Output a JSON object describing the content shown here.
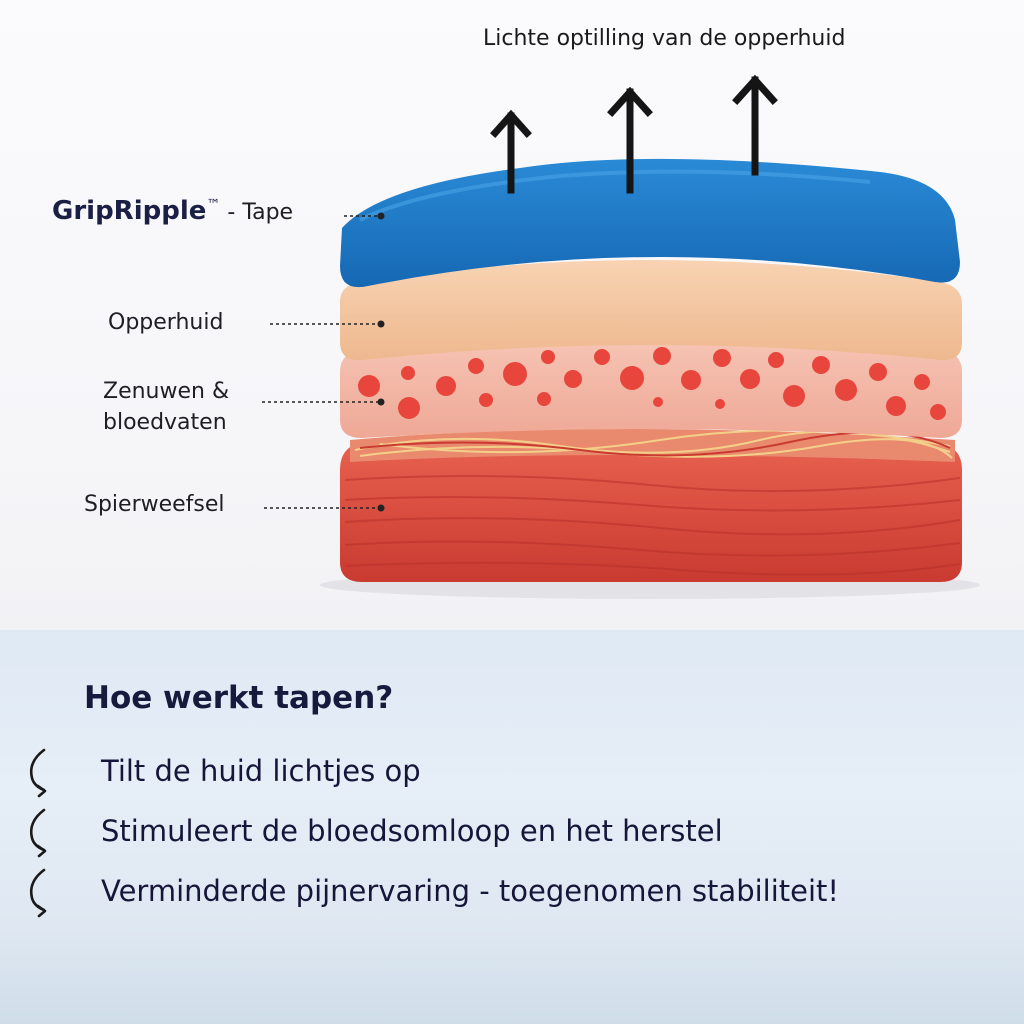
{
  "diagram": {
    "lift_caption": "Lichte optilling van de opperhuid",
    "labels": {
      "tape_brand": "GripRipple",
      "tape_trademark": "™",
      "tape_suffix": " - Tape",
      "epidermis": "Opperhuid",
      "nerves_line1": "Zenuwen &",
      "nerves_line2": "bloedvaten",
      "muscle": "Spierweefsel"
    },
    "colors": {
      "tape": "#1f7fca",
      "epidermis": "#f2c29c",
      "nerve_layer": "#f3b6a6",
      "blood_dots": "#e8463c",
      "muscle": "#d9463a",
      "arrows": "#151515"
    }
  },
  "info": {
    "title": "Hoe werkt tapen?",
    "bullets": [
      "Tilt de huid lichtjes op",
      "Stimuleert de bloedsomloop en het herstel",
      "Verminderde pijnervaring - toegenomen stabiliteit!"
    ],
    "bullet_icon": "curved-arrow-icon"
  }
}
